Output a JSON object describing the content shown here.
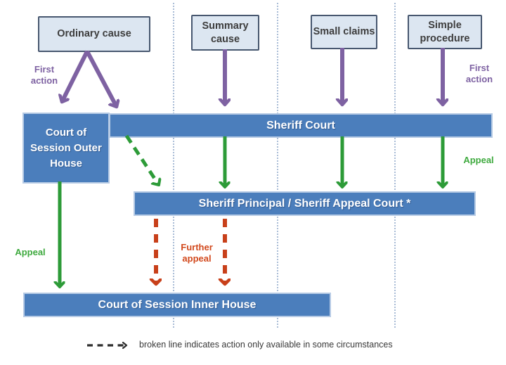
{
  "diagram": {
    "procedure_boxes": {
      "ordinary": "Ordinary cause",
      "summary": "Summary cause",
      "small_claims": "Small claims",
      "simple": "Simple procedure"
    },
    "courts": {
      "outer_house": "Court of Session Outer House",
      "sheriff_court": "Sheriff Court",
      "sheriff_appeal": "Sheriff Principal / Sheriff Appeal Court *",
      "inner_house": "Court of Session Inner House"
    },
    "edge_labels": {
      "first_action_left": "First action",
      "first_action_right": "First action",
      "appeal_right": "Appeal",
      "appeal_left": "Appeal",
      "further_appeal": "Further appeal"
    },
    "legend": {
      "broken_line": "broken line indicates action only available in some circumstances"
    },
    "colors": {
      "bar_blue": "#4b7ebc",
      "box_fill": "#dce6f1",
      "box_border": "#47576f",
      "arrow_purple": "#7e62a2",
      "arrow_green": "#2d9b38",
      "arrow_red": "#c8401a",
      "divider_dotted_blue": "#a9bcd6",
      "legend_black": "#2b2b2b"
    }
  }
}
